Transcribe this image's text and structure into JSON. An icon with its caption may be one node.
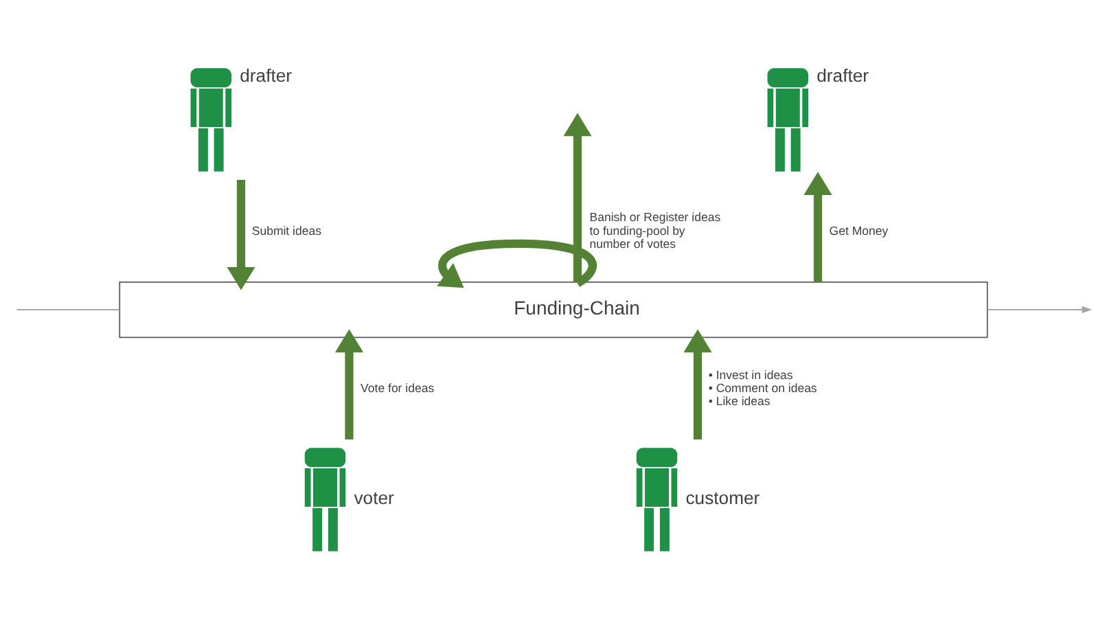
{
  "diagram": {
    "nodes": [
      {
        "text": [],
        "shape": "person",
        "beside": [
          "drafter"
        ]
      },
      {
        "text": [],
        "shape": "person",
        "beside": [
          "drafter"
        ]
      },
      {
        "text": [
          "Funding-Chain"
        ]
      },
      {
        "text": [],
        "shape": "person",
        "beside": [
          "voter"
        ]
      },
      {
        "text": [],
        "shape": "person",
        "beside": [
          "customer"
        ]
      }
    ],
    "edges": [
      {
        "from": 0,
        "to": 2,
        "arrow": "to",
        "label": "Submit ideas"
      },
      {
        "from": 2,
        "to": null,
        "arrow": "to",
        "label": "Banish or Register ideas to funding-pool by number of votes"
      },
      {
        "from": 2,
        "to": 2,
        "arrow": "to"
      },
      {
        "from": 2,
        "to": 1,
        "arrow": "to",
        "label": "Get Money"
      },
      {
        "from": 3,
        "to": 2,
        "arrow": "to",
        "label": "Vote for ideas"
      },
      {
        "from": 4,
        "to": 2,
        "arrow": "to",
        "label": "• Invest in ideas • Comment on ideas • Like ideas"
      },
      {
        "from": null,
        "to": 2,
        "arrow": "none",
        "color": "#a6a6a6"
      },
      {
        "from": 2,
        "to": null,
        "arrow": "to",
        "color": "#a6a6a6"
      }
    ]
  }
}
